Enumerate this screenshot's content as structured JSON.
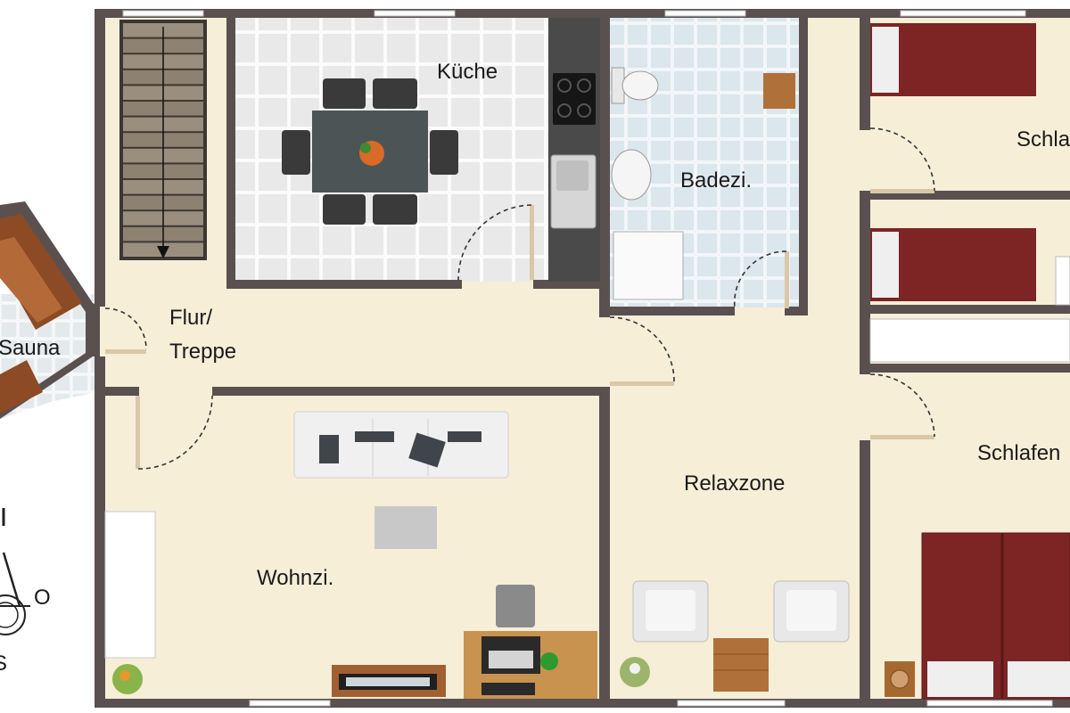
{
  "rooms": {
    "kueche": "Küche",
    "badezimmer": "Badezi.",
    "schlafzimmer_top": "Schla",
    "flur_line1": "Flur/",
    "flur_line2": "Treppe",
    "sauna": "Sauna",
    "relaxzone": "Relaxzone",
    "schlafzimmer_right": "Schlafen",
    "wohnzimmer": "Wohnzi."
  },
  "compass": {
    "east": "O",
    "south": "S"
  },
  "colors": {
    "wall": "#5a5050",
    "floor": "#f6eed7",
    "tile_kitchen": "#eeeeee",
    "tile_bath": "#dfe9ef",
    "bed": "#7d2424",
    "wood": "#a5682f",
    "sofa": "#efefef"
  }
}
